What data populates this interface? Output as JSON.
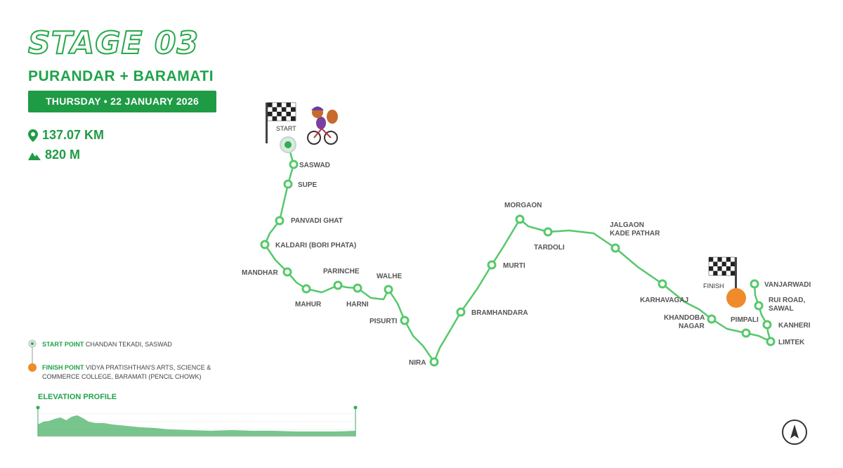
{
  "header": {
    "stage_title": "STAGE 03",
    "subtitle": "PURANDAR + BARAMATI",
    "date": "THURSDAY • 22 JANUARY 2026",
    "distance": "137.07 KM",
    "elevation_gain": "820 M"
  },
  "map": {
    "route_color": "#56c86b",
    "start_color": "#2fae55",
    "finish_color": "#f08a2b",
    "start_label": "START",
    "finish_label": "FINISH",
    "places": [
      "SASWAD",
      "SUPE",
      "PANVADI GHAT",
      "KALDARI (BORI PHATA)",
      "MANDHAR",
      "MAHUR",
      "PARINCHE",
      "HARNI",
      "WALHE",
      "PISURTI",
      "NIRA",
      "BRAMHANDARA",
      "MURTI",
      "MORGAON",
      "TARDOLI",
      "JALGAON",
      "KADE PATHAR",
      "KARHAVAGAJ",
      "KHANDOBA",
      "NAGAR",
      "PIMPALI",
      "LIMTEK",
      "KANHERI",
      "RUI ROAD,",
      "SAWAL",
      "VANJARWADI"
    ]
  },
  "legend": {
    "start_title": "START POINT",
    "start_text": "CHANDAN TEKADI, SASWAD",
    "finish_title": "FINISH POINT",
    "finish_text_1": "VIDYA PRATISHTHAN'S ARTS, SCIENCE &",
    "finish_text_2": "COMMERCE COLLEGE, BARAMATI (PENCIL CHOWK)"
  },
  "elevation": {
    "title": "ELEVATION PROFILE",
    "fill_color": "#4cb268"
  }
}
